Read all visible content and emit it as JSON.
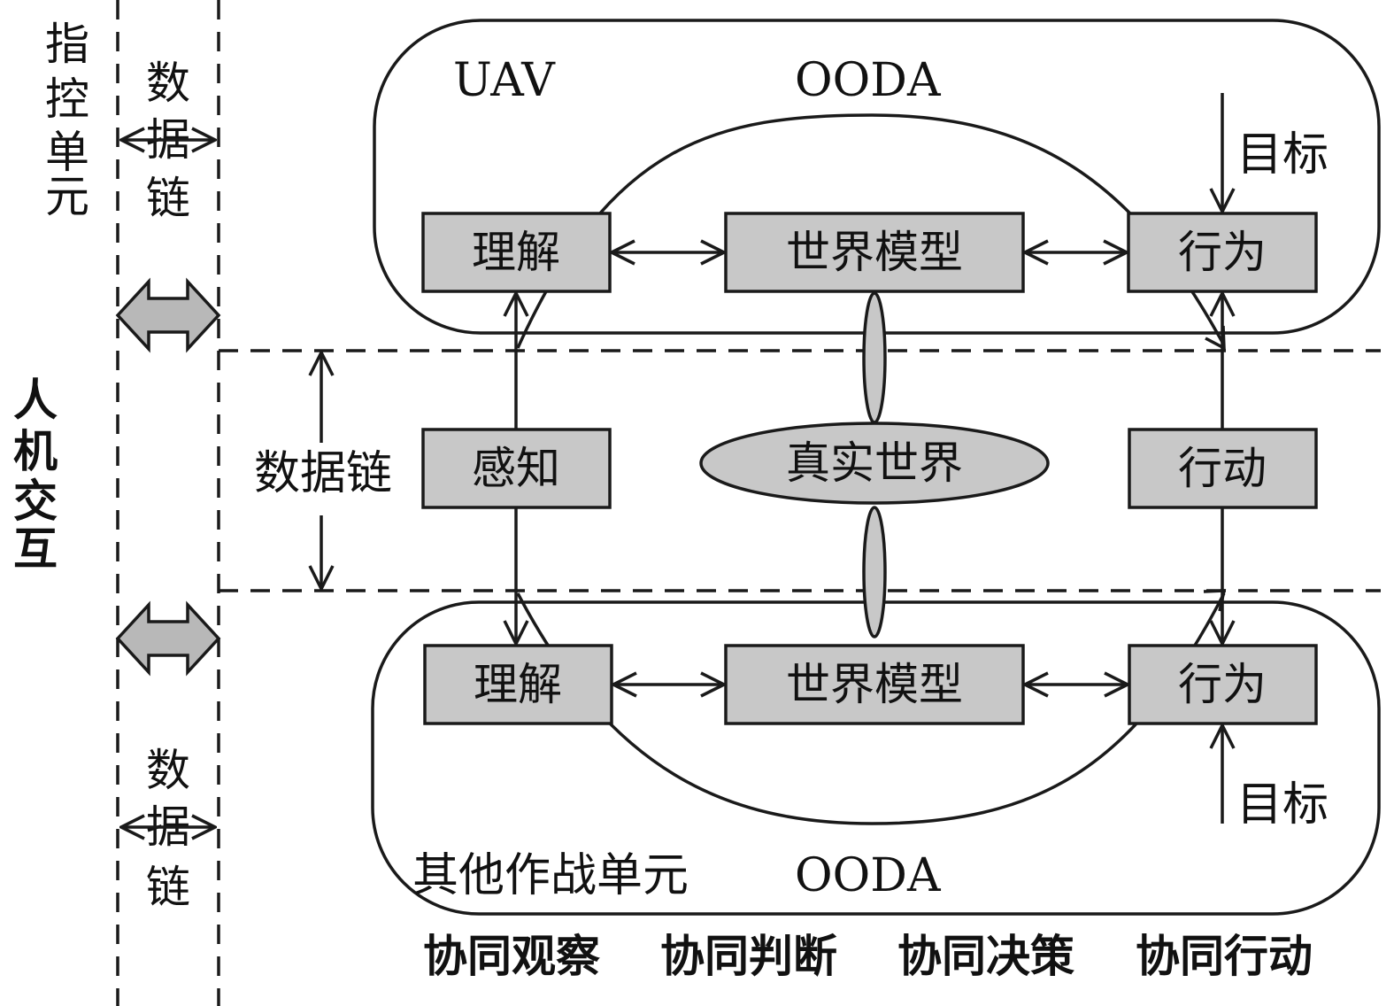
{
  "top_group": {
    "left_label": "UAV",
    "right_label": "OODA",
    "understand": "理解",
    "world_model": "世界模型",
    "behavior": "行为",
    "target": "目标"
  },
  "middle": {
    "data_link": "数据链",
    "perceive": "感知",
    "real_world": "真实世界",
    "action": "行动"
  },
  "bottom_group": {
    "left_label": "其他作战单元",
    "right_label": "OODA",
    "understand": "理解",
    "world_model": "世界模型",
    "behavior": "行为",
    "target": "目标"
  },
  "left_column": {
    "command_unit": [
      "指",
      "控",
      "单",
      "元"
    ],
    "human_machine": [
      "人",
      "机",
      "交",
      "互"
    ],
    "data_link_top": [
      "数",
      "据",
      "链"
    ],
    "data_link_bottom": [
      "数",
      "据",
      "链"
    ]
  },
  "phases": [
    "协同观察",
    "协同判断",
    "协同决策",
    "协同行动"
  ]
}
